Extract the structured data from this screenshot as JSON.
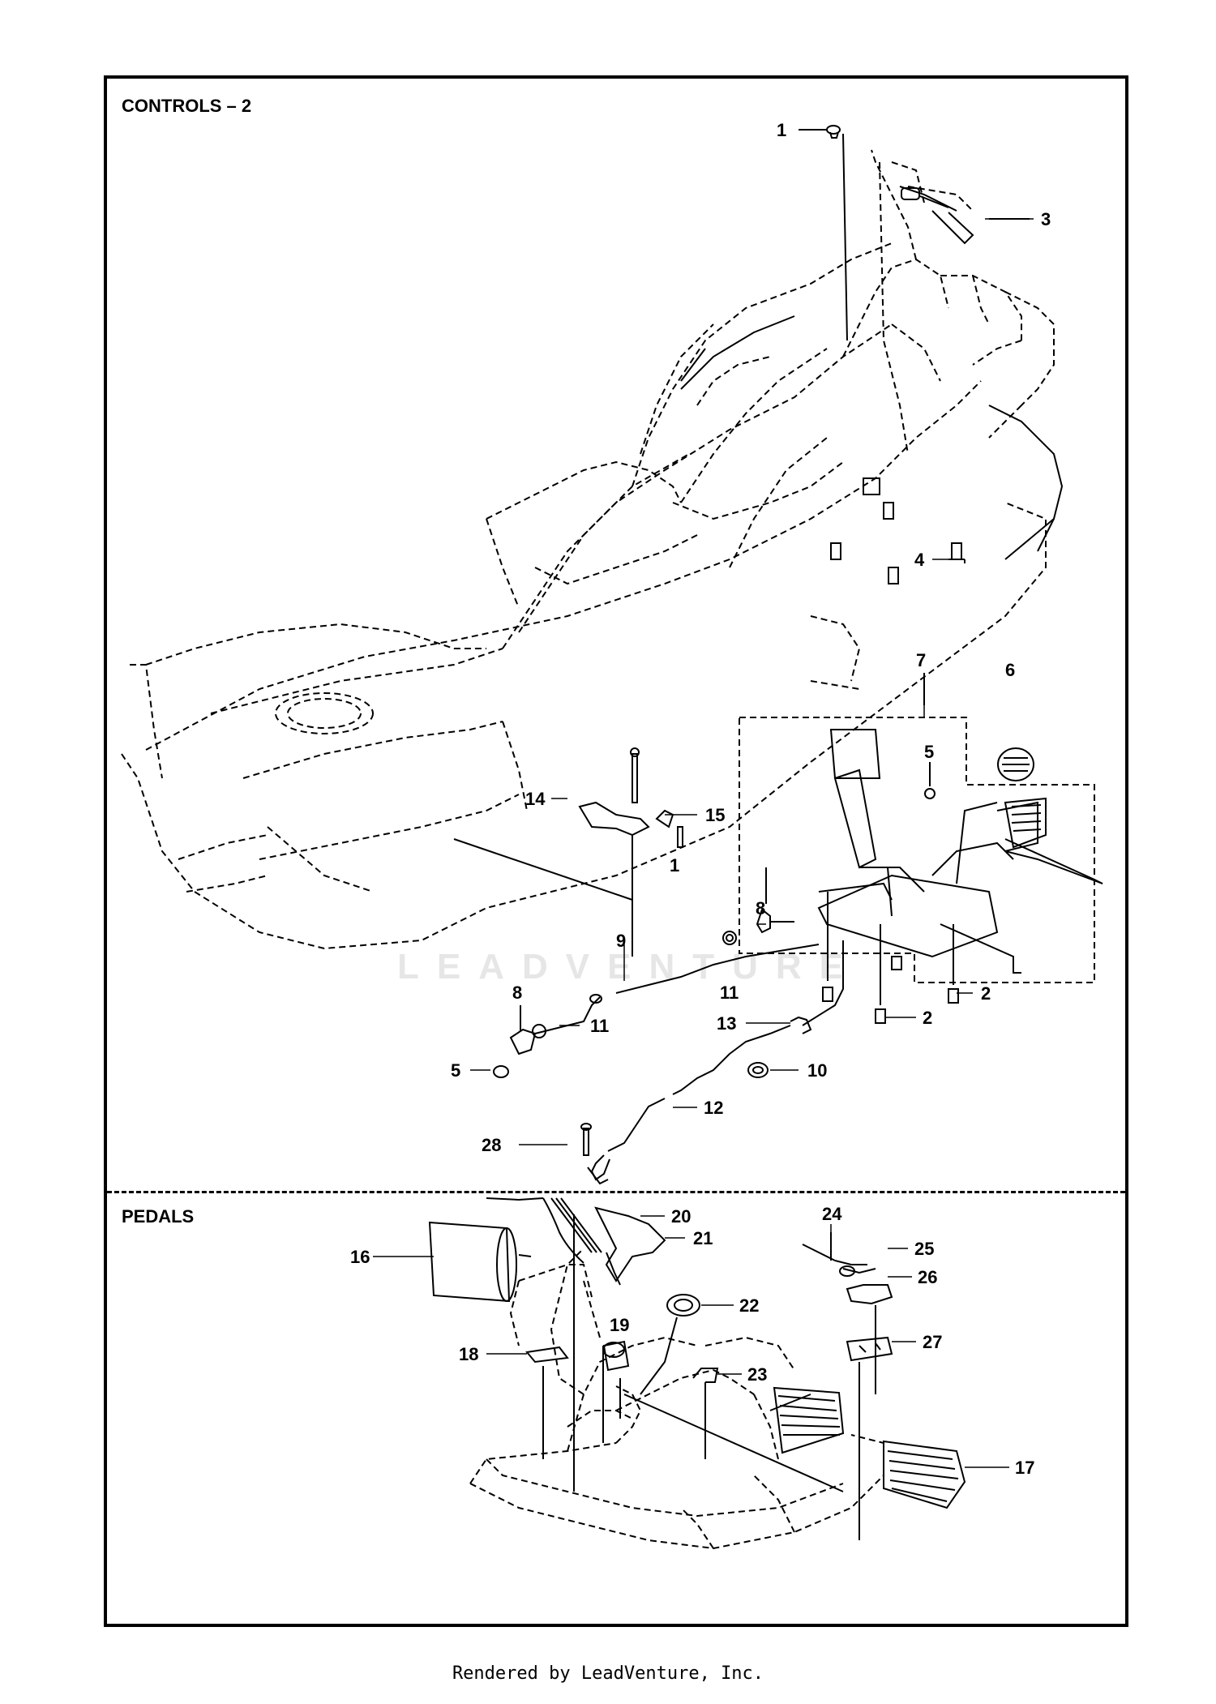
{
  "sections": {
    "controls_title": "CONTROLS – 2",
    "pedals_title": "PEDALS"
  },
  "watermark": "LEADVENTURE",
  "footer": "Rendered by LeadVenture, Inc.",
  "callouts": [
    {
      "id": "c-1-top",
      "label": "1"
    },
    {
      "id": "c-3",
      "label": "3"
    },
    {
      "id": "c-4",
      "label": "4"
    },
    {
      "id": "c-7",
      "label": "7"
    },
    {
      "id": "c-6",
      "label": "6"
    },
    {
      "id": "c-5-top",
      "label": "5"
    },
    {
      "id": "c-14",
      "label": "14"
    },
    {
      "id": "c-15",
      "label": "15"
    },
    {
      "id": "c-1-mid",
      "label": "1"
    },
    {
      "id": "c-8-right",
      "label": "8"
    },
    {
      "id": "c-9",
      "label": "9"
    },
    {
      "id": "c-11-a",
      "label": "11"
    },
    {
      "id": "c-8-left",
      "label": "8"
    },
    {
      "id": "c-11-b",
      "label": "11"
    },
    {
      "id": "c-13",
      "label": "13"
    },
    {
      "id": "c-2-a",
      "label": "2"
    },
    {
      "id": "c-2-b",
      "label": "2"
    },
    {
      "id": "c-5-bottom",
      "label": "5"
    },
    {
      "id": "c-10",
      "label": "10"
    },
    {
      "id": "c-12",
      "label": "12"
    },
    {
      "id": "c-28",
      "label": "28"
    },
    {
      "id": "c-20",
      "label": "20"
    },
    {
      "id": "c-21",
      "label": "21"
    },
    {
      "id": "c-16",
      "label": "16"
    },
    {
      "id": "c-22",
      "label": "22"
    },
    {
      "id": "c-19",
      "label": "19"
    },
    {
      "id": "c-18",
      "label": "18"
    },
    {
      "id": "c-23",
      "label": "23"
    },
    {
      "id": "c-24",
      "label": "24"
    },
    {
      "id": "c-25",
      "label": "25"
    },
    {
      "id": "c-26",
      "label": "26"
    },
    {
      "id": "c-27",
      "label": "27"
    },
    {
      "id": "c-17",
      "label": "17"
    }
  ]
}
